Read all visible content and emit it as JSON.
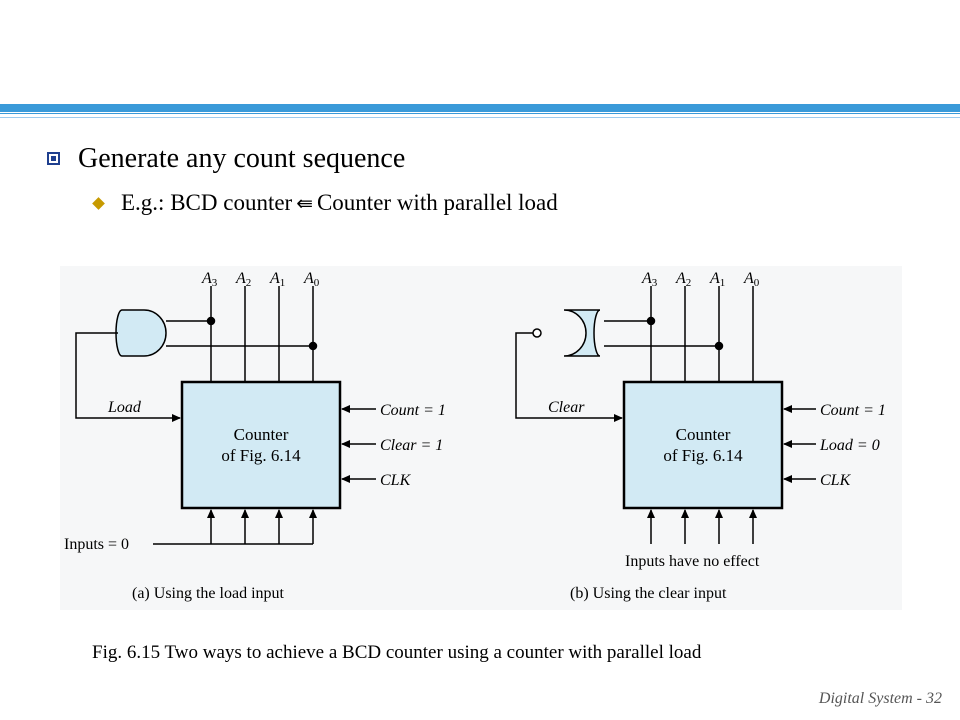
{
  "slide": {
    "bullet": "Generate any count sequence",
    "sub_bullet_prefix": "E.g.:  BCD counter",
    "sub_bullet_arrow": "⇚",
    "sub_bullet_suffix": "Counter with parallel load",
    "caption": "Fig. 6.15  Two ways to achieve a BCD counter using a counter with parallel load",
    "footer": "Digital System  - 32",
    "accent_color": "#3a9ad9",
    "box_fill": "#d2eaf4"
  },
  "diagram_a": {
    "outputs": [
      {
        "letter": "A",
        "sub": "3"
      },
      {
        "letter": "A",
        "sub": "2"
      },
      {
        "letter": "A",
        "sub": "1"
      },
      {
        "letter": "A",
        "sub": "0"
      }
    ],
    "box_line1": "Counter",
    "box_line2": "of Fig. 6.14",
    "feedback_label": "Load",
    "control1": "Count = 1",
    "control2": "Clear = 1",
    "clock": "CLK",
    "inputs_label": "Inputs = 0",
    "caption": "(a) Using the load input"
  },
  "diagram_b": {
    "outputs": [
      {
        "letter": "A",
        "sub": "3"
      },
      {
        "letter": "A",
        "sub": "2"
      },
      {
        "letter": "A",
        "sub": "1"
      },
      {
        "letter": "A",
        "sub": "0"
      }
    ],
    "box_line1": "Counter",
    "box_line2": "of Fig. 6.14",
    "feedback_label": "Clear",
    "control1": "Count = 1",
    "control2": "Load = 0",
    "clock": "CLK",
    "inputs_label": "Inputs have no effect",
    "caption": "(b) Using the clear input"
  }
}
